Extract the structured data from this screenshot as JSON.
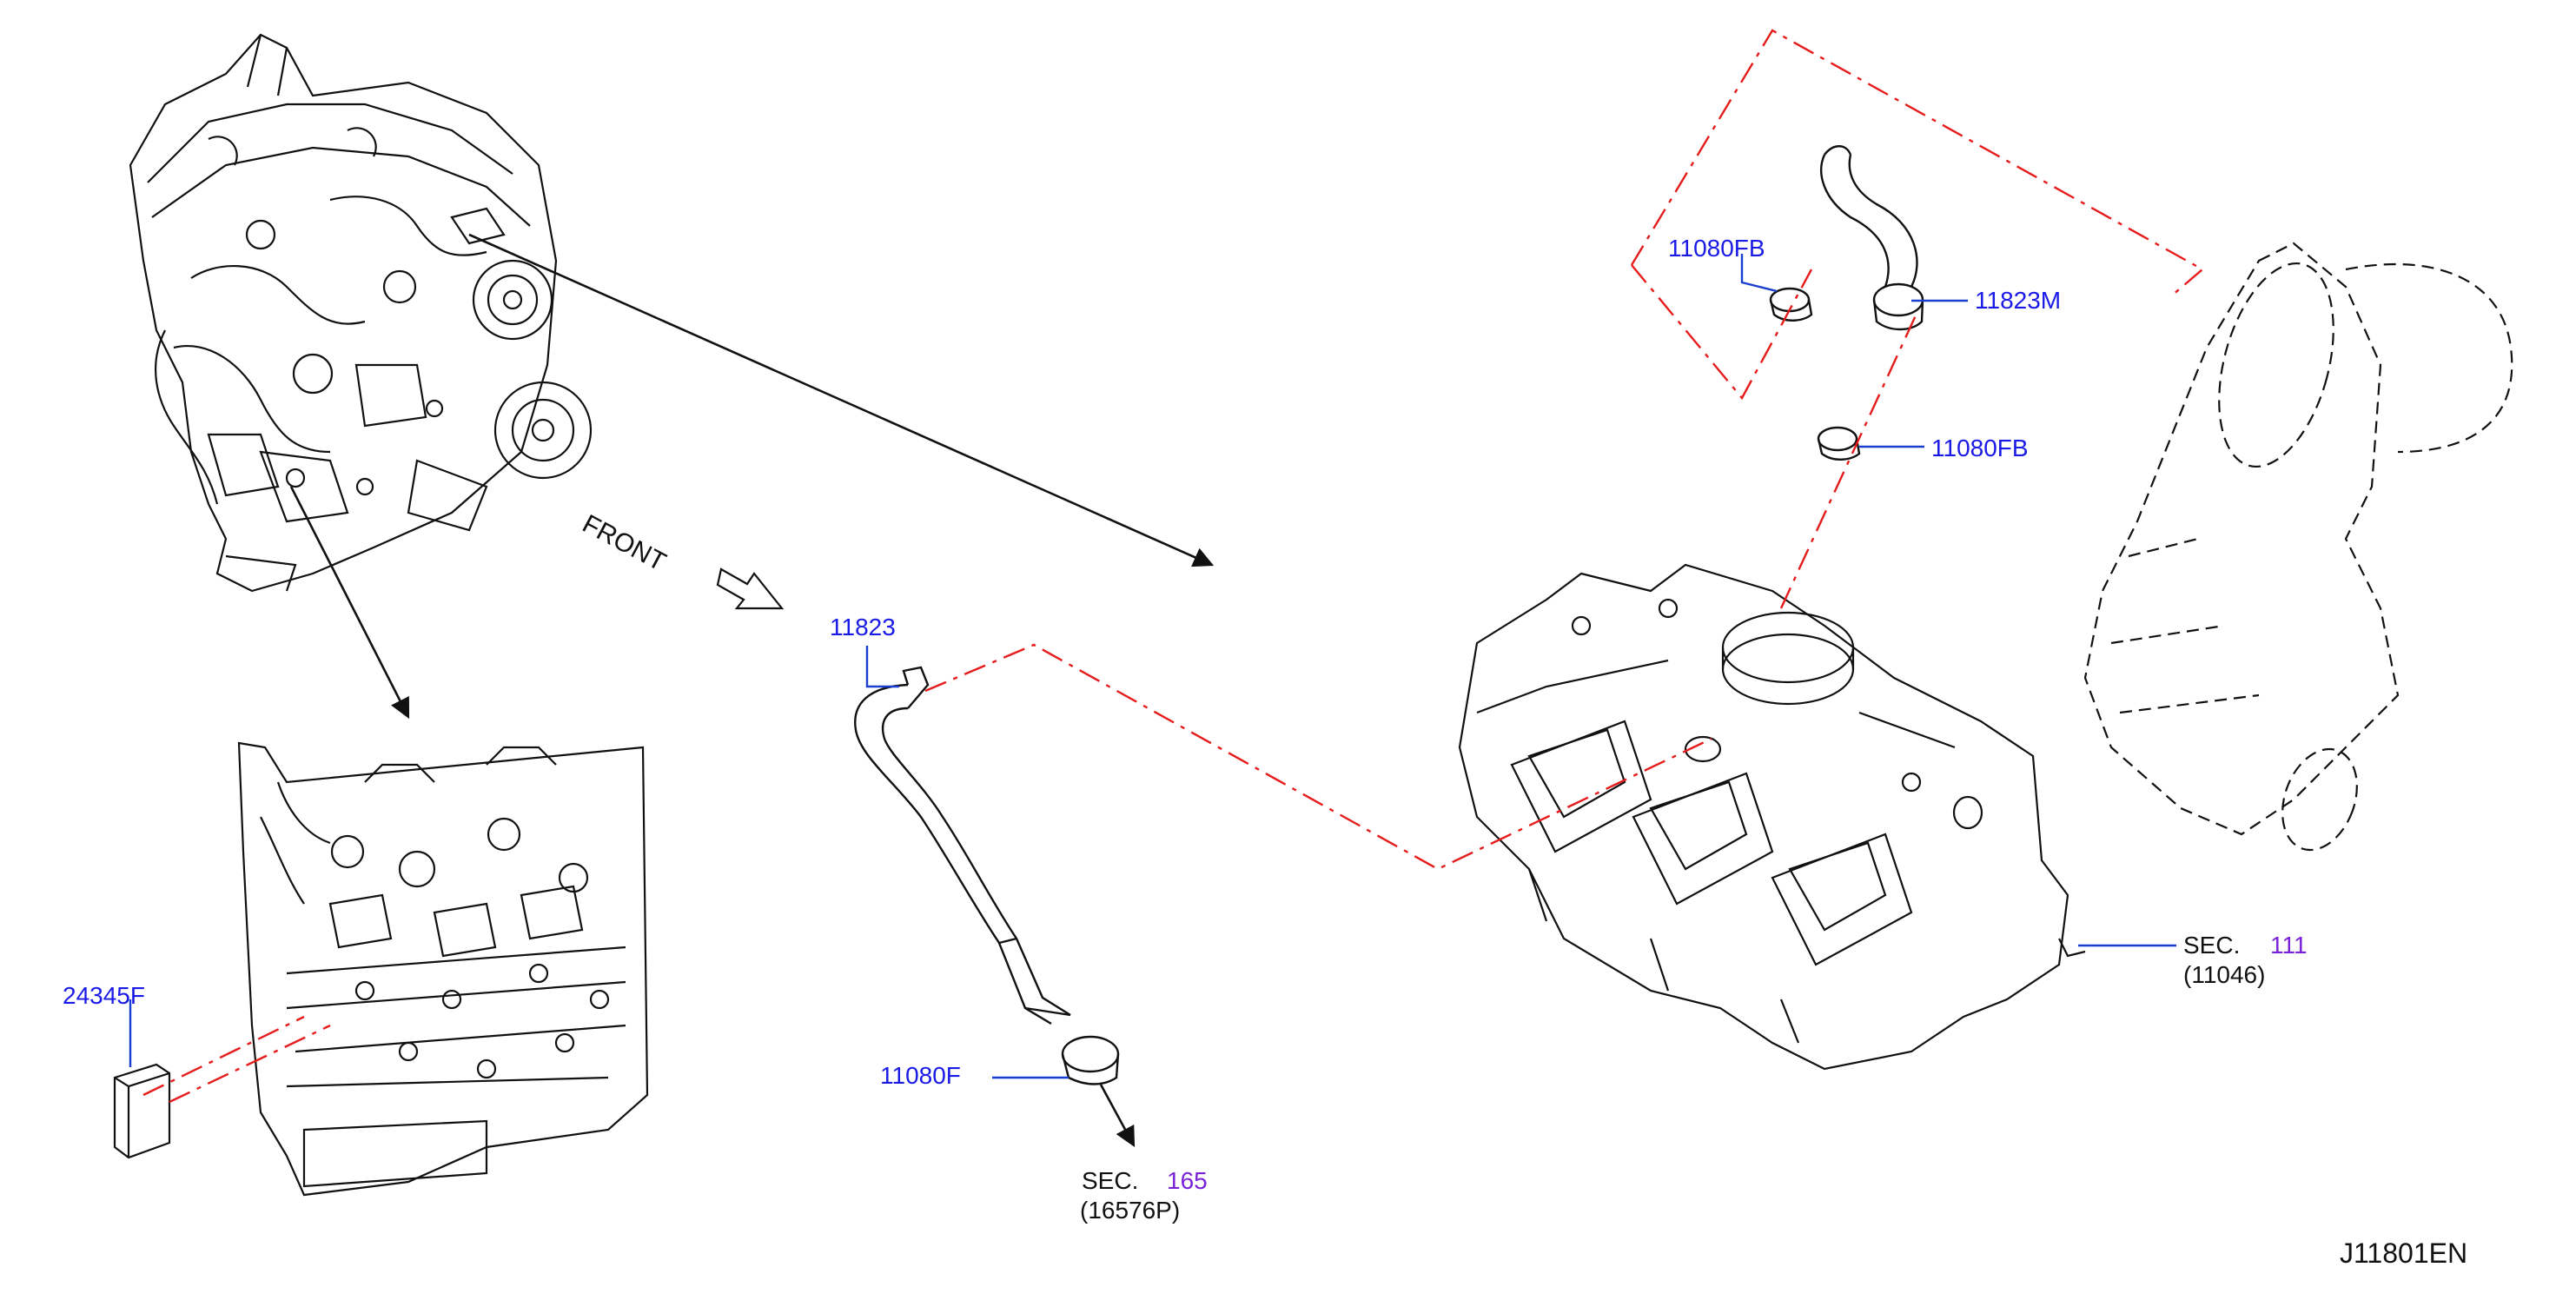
{
  "labels": {
    "front": "FRONT",
    "part_11823": "11823",
    "part_11080f": "11080F",
    "part_24345f": "24345F",
    "part_11080fb_top": "11080FB",
    "part_11080fb_mid": "11080FB",
    "part_11823m": "11823M",
    "sec_165_prefix": "SEC.",
    "sec_165_num": "165",
    "sec_165_ref": "(16576P)",
    "sec_111_prefix": "SEC.",
    "sec_111_num": "111",
    "sec_111_ref": "(11046)",
    "diagram_id": "J11801EN"
  },
  "colors": {
    "part_number": "#1a1ae6",
    "section_number": "#7a22d8",
    "leader_line": "#1a3fd0",
    "chain_line": "#e61b1b",
    "drawing": "#111111"
  }
}
